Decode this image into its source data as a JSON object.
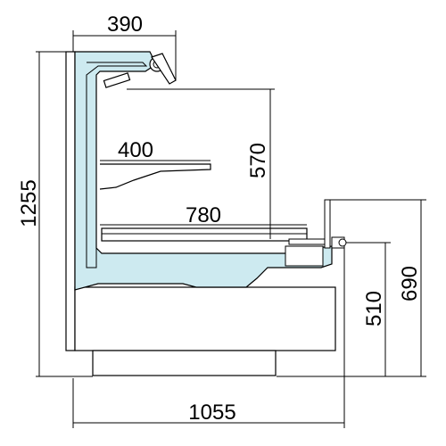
{
  "dimensions": {
    "top_width": "390",
    "total_height": "1255",
    "shelf_depth": "400",
    "interior_height": "570",
    "deck_depth": "780",
    "counter_height": "690",
    "service_height": "510",
    "base_width": "1055"
  },
  "colors": {
    "insulation": "#cdeaf0",
    "outline": "#000000",
    "background": "#ffffff"
  }
}
